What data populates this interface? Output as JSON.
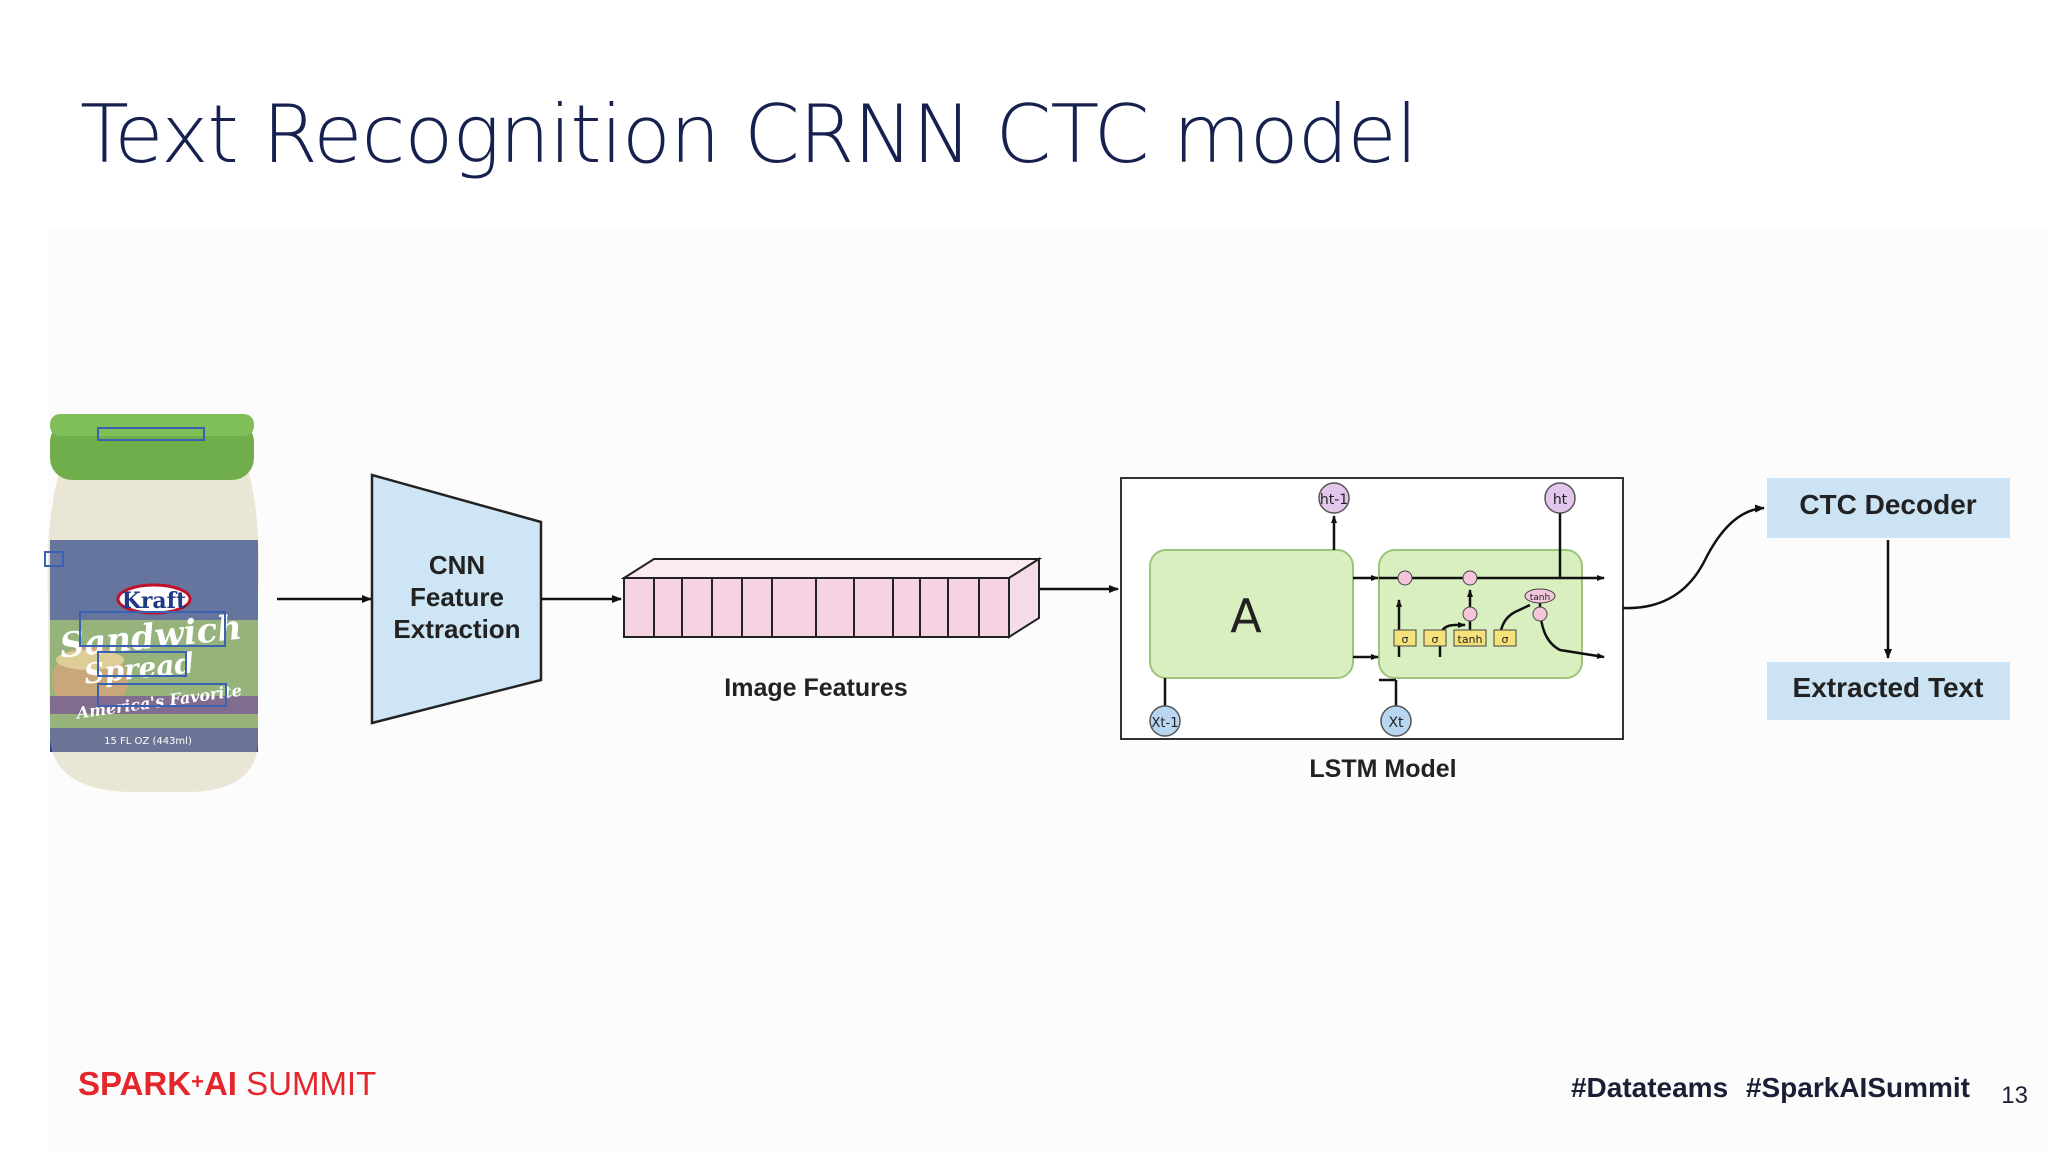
{
  "slide": {
    "title": "Text Recognition CRNN CTC model",
    "page_number": "13"
  },
  "diagram": {
    "jar_label": {
      "brand": "Kraft",
      "line1": "Sandwich",
      "line2": "Spread",
      "tagline": "America's Favorite",
      "size": "15 FL OZ (443ml)"
    },
    "cnn_label": [
      "CNN",
      "Feature",
      "Extraction"
    ],
    "features_label": "Image Features",
    "lstm_label": "LSTM Model",
    "lstm_cell_label": "A",
    "lstm_prev_output": "ht-1",
    "lstm_output": "ht",
    "lstm_prev_input": "Xt-1",
    "lstm_input": "Xt",
    "gate_labels": [
      "σ",
      "σ",
      "tanh",
      "σ"
    ],
    "tanh_label": "tanh",
    "ctc_label": "CTC Decoder",
    "output_label": "Extracted Text"
  },
  "footer": {
    "brand_spark": "SPARK",
    "brand_plus": "+",
    "brand_ai": "AI",
    "brand_summit": "SUMMIT",
    "hashtags": "#Datateams  #SparkAISummit"
  },
  "colors": {
    "title": "#16214f",
    "brand_red": "#e3262b",
    "cnn_fill": "#cde5f5",
    "features_fill": "#f5d3e3",
    "lstm_fill": "#d9efc0",
    "ctc_fill": "#cbe3f3",
    "jar_lid": "#6fae4a",
    "jar_label_blue": "#1f3b86"
  }
}
